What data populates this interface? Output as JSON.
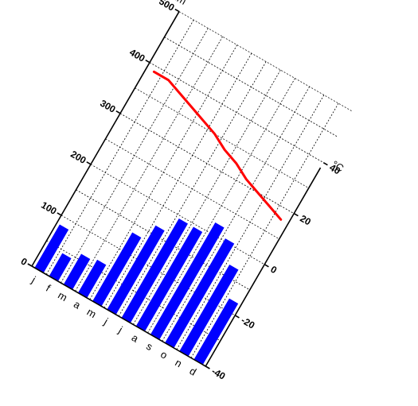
{
  "chart_data": {
    "type": "bar",
    "categories": [
      "j",
      "f",
      "m",
      "a",
      "m",
      "j",
      "j",
      "a",
      "s",
      "o",
      "n",
      "d"
    ],
    "series": [
      {
        "axis": "left",
        "type": "bar",
        "color": "#0000ff",
        "values": [
          85,
          45,
          60,
          65,
          135,
          165,
          195,
          195,
          220,
          205,
          170,
          120
        ]
      },
      {
        "axis": "right",
        "type": "line",
        "color": "#ff0000",
        "values": [
          38,
          38,
          36,
          34,
          32,
          30,
          27,
          25,
          22,
          20,
          18,
          16
        ]
      }
    ],
    "left_axis": {
      "label": "Mm",
      "ticks": [
        "0",
        "100",
        "200",
        "300",
        "400",
        "500"
      ],
      "range": [
        0,
        500
      ],
      "zero_label": "0"
    },
    "right_axis": {
      "label": "°C",
      "ticks": [
        "-40",
        "-20",
        "0",
        "20",
        "40"
      ],
      "range": [
        -40,
        60
      ]
    },
    "grid": true,
    "rotation_degrees": 30
  }
}
